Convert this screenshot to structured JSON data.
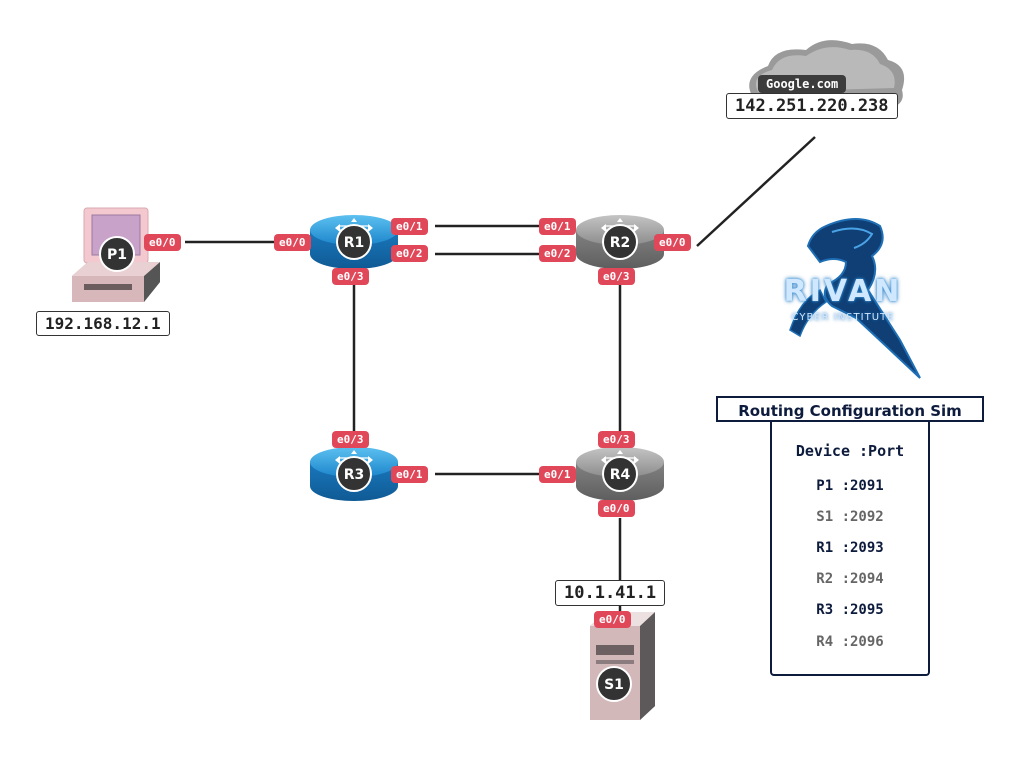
{
  "cloud": {
    "tag": "Google.com",
    "ip": "142.251.220.238"
  },
  "p1": {
    "name": "P1",
    "ip": "192.168.12.1"
  },
  "s1": {
    "name": "S1",
    "ip": "10.1.41.1"
  },
  "routers": {
    "r1": "R1",
    "r2": "R2",
    "r3": "R3",
    "r4": "R4"
  },
  "ports": {
    "p1_e00": "e0/0",
    "r1_e00": "e0/0",
    "r1_e01": "e0/1",
    "r1_e02": "e0/2",
    "r1_e03": "e0/3",
    "r2_e01": "e0/1",
    "r2_e02": "e0/2",
    "r2_e00": "e0/0",
    "r2_e03": "e0/3",
    "r3_e03": "e0/3",
    "r3_e01": "e0/1",
    "r4_e03": "e0/3",
    "r4_e01": "e0/1",
    "r4_e00": "e0/0",
    "s1_e00": "e0/0"
  },
  "logo": {
    "word": "RIVAN",
    "sub": "CYBER INSTITUTE"
  },
  "sim": {
    "title": "Routing Configuration Sim",
    "header": "Device :Port",
    "rows": [
      {
        "text": "P1 :2091",
        "color": "#0d1b3d"
      },
      {
        "text": "S1 :2092",
        "color": "#666666"
      },
      {
        "text": "R1 :2093",
        "color": "#0d1b3d"
      },
      {
        "text": "R2 :2094",
        "color": "#666666"
      },
      {
        "text": "R3 :2095",
        "color": "#0d1b3d"
      },
      {
        "text": "R4 :2096",
        "color": "#666666"
      }
    ]
  },
  "colors": {
    "router_blue": "#1b8fd2",
    "router_gray": "#8a8a8a",
    "port_red": "#e0485a",
    "navy": "#0d1b3d"
  }
}
